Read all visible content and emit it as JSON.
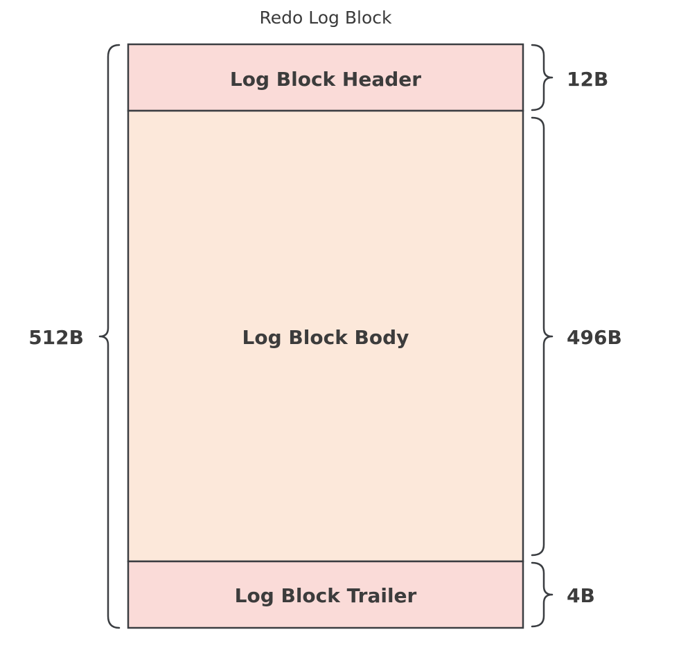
{
  "title": "Redo Log Block",
  "sections": [
    {
      "id": "header",
      "label": "Log Block Header",
      "size": "12B",
      "fill": "#fadbd8"
    },
    {
      "id": "body",
      "label": "Log Block Body",
      "size": "496B",
      "fill": "#fce8da"
    },
    {
      "id": "trailer",
      "label": "Log Block Trailer",
      "size": "4B",
      "fill": "#fadbd8"
    }
  ],
  "total": {
    "size": "512B"
  },
  "colors": {
    "stroke": "#3a3d41",
    "text": "#3c3c3c"
  }
}
